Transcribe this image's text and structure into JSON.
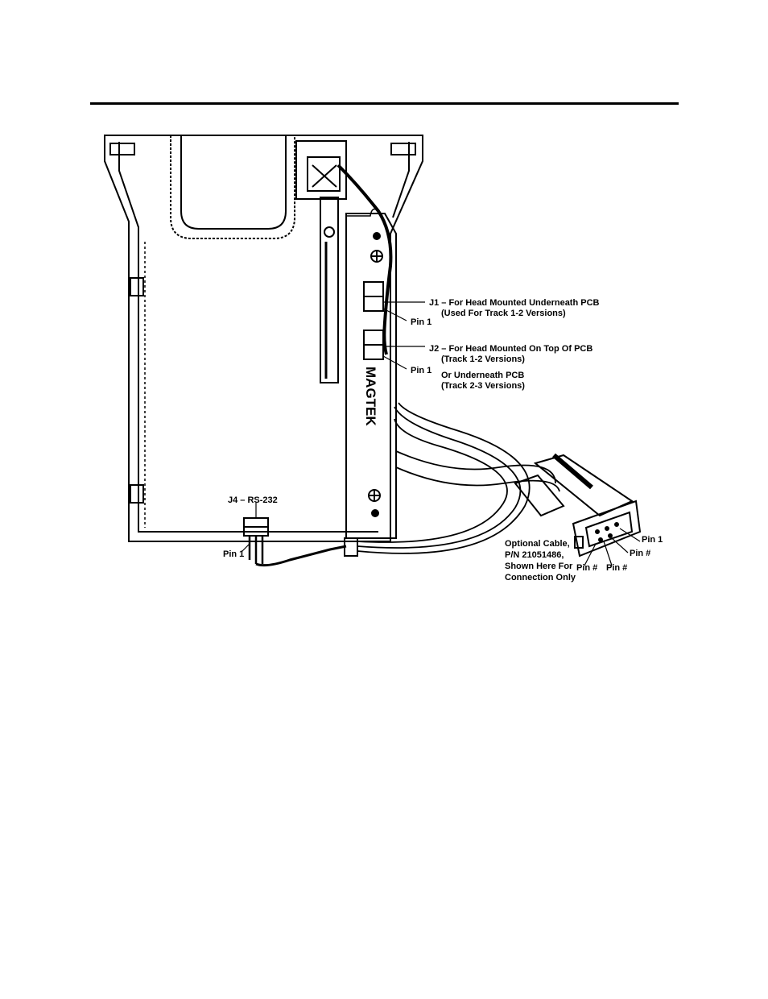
{
  "diagram": {
    "j1_label": "J1 – For Head Mounted Underneath PCB",
    "j1_sub": "(Used For Track 1-2 Versions)",
    "j1_pin": "Pin 1",
    "j2_label": "J2 – For Head Mounted On Top Of PCB",
    "j2_sub": "(Track 1-2 Versions)",
    "j2_pin": "Pin 1",
    "j2_alt": "Or Underneath PCB",
    "j2_alt_sub": "(Track 2-3 Versions)",
    "j4_label": "J4 – RS-232",
    "j4_pin": "Pin 1",
    "board_brand": "MAGTEK",
    "cable_line1": "Optional Cable,",
    "cable_line2": "P/N 21051486,",
    "cable_line3": "Shown Here For",
    "cable_line4": "Connection Only",
    "db9_pin1": "Pin 1",
    "db9_pin_a": "Pin #",
    "db9_pin_b": "Pin #",
    "db9_pin_c": "Pin #"
  }
}
